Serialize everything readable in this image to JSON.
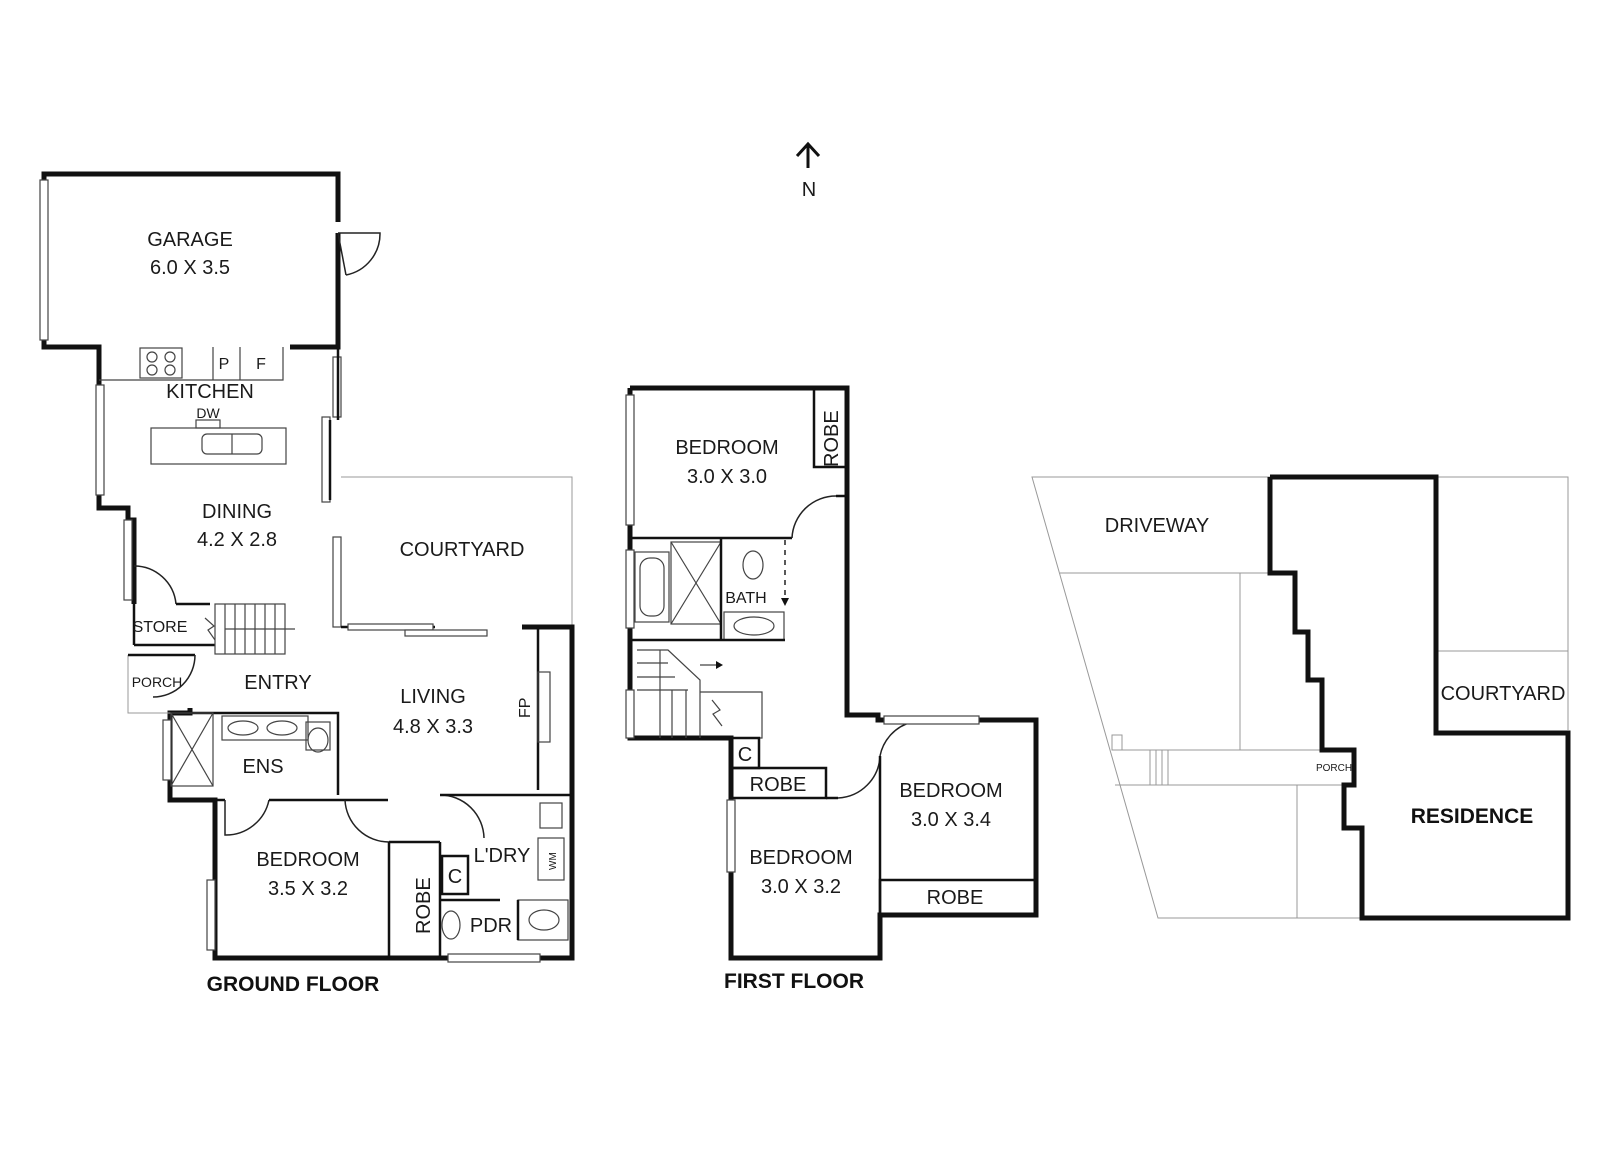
{
  "compass": {
    "label": "N"
  },
  "ground_floor": {
    "title": "GROUND FLOOR",
    "rooms": {
      "garage": {
        "name": "GARAGE",
        "size": "6.0 X 3.5"
      },
      "kitchen": {
        "name": "KITCHEN"
      },
      "dining": {
        "name": "DINING",
        "size": "4.2 X 2.8"
      },
      "courtyard": {
        "name": "COURTYARD"
      },
      "store": {
        "name": "STORE"
      },
      "porch": {
        "name": "PORCH"
      },
      "entry": {
        "name": "ENTRY"
      },
      "living": {
        "name": "LIVING",
        "size": "4.8 X 3.3"
      },
      "ens": {
        "name": "ENS"
      },
      "bedroom": {
        "name": "BEDROOM",
        "size": "3.5 X 3.2"
      },
      "laundry": {
        "name": "L'DRY"
      },
      "powder": {
        "name": "PDR"
      },
      "robe": {
        "name": "ROBE"
      }
    },
    "fixtures": {
      "pantry": "P",
      "fridge": "F",
      "dishwasher": "DW",
      "fireplace": "FP",
      "cupboard": "C",
      "washing_machine": "WM"
    }
  },
  "first_floor": {
    "title": "FIRST FLOOR",
    "rooms": {
      "bedroom_1": {
        "name": "BEDROOM",
        "size": "3.0 X 3.0"
      },
      "robe_1": {
        "name": "ROBE"
      },
      "bath": {
        "name": "BATH"
      },
      "cupboard": {
        "name": "C"
      },
      "robe_2": {
        "name": "ROBE"
      },
      "bedroom_2": {
        "name": "BEDROOM",
        "size": "3.0 X 3.4"
      },
      "bedroom_3": {
        "name": "BEDROOM",
        "size": "3.0 X 3.2"
      },
      "robe_3": {
        "name": "ROBE"
      }
    }
  },
  "site_plan": {
    "driveway": "DRIVEWAY",
    "courtyard": "COURTYARD",
    "porch": "PORCH",
    "residence": "RESIDENCE"
  },
  "colors": {
    "wall": "#111111",
    "background": "#ffffff",
    "line": "#444444"
  }
}
